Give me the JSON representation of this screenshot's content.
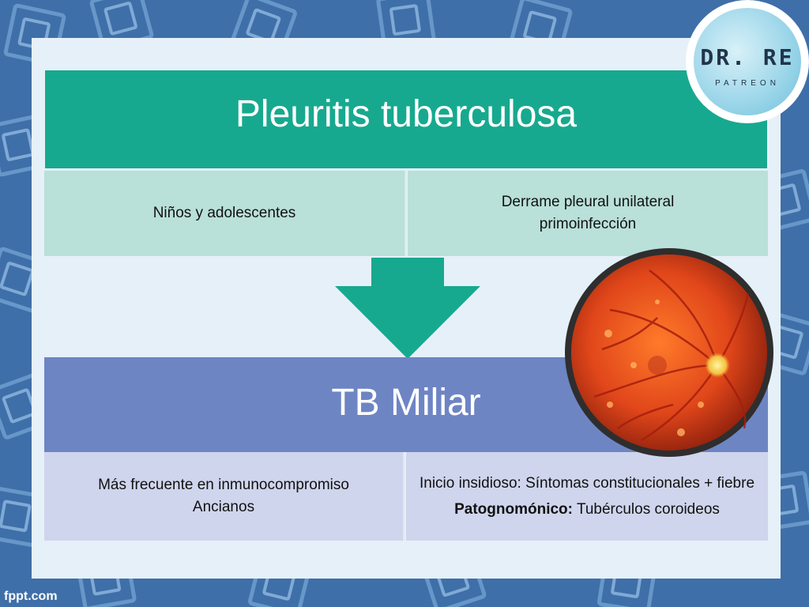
{
  "logo": {
    "name": "DR. RE",
    "sub": "PATREON"
  },
  "section1": {
    "title": "Pleuritis tuberculosa",
    "left_cell": "Niños y adolescentes",
    "right_cell_lines": [
      "Derrame pleural unilateral",
      "primoinfección"
    ]
  },
  "section2": {
    "title": "TB Miliar",
    "left_cell_lines": [
      "Más frecuente en inmunocompromiso",
      "Ancianos"
    ],
    "right_cell_line1": "Inicio insidioso: Síntomas constitucionales + fiebre",
    "right_cell_bold": "Patognomónico:",
    "right_cell_rest": "Tubérculos coroideos"
  },
  "watermark": "fppt.com",
  "colors": {
    "background": "#3f6fa8",
    "teal": "#17a98f",
    "teal_light": "#b9e0d9",
    "blue": "#6e85c4",
    "blue_light": "#cfd5ec"
  }
}
